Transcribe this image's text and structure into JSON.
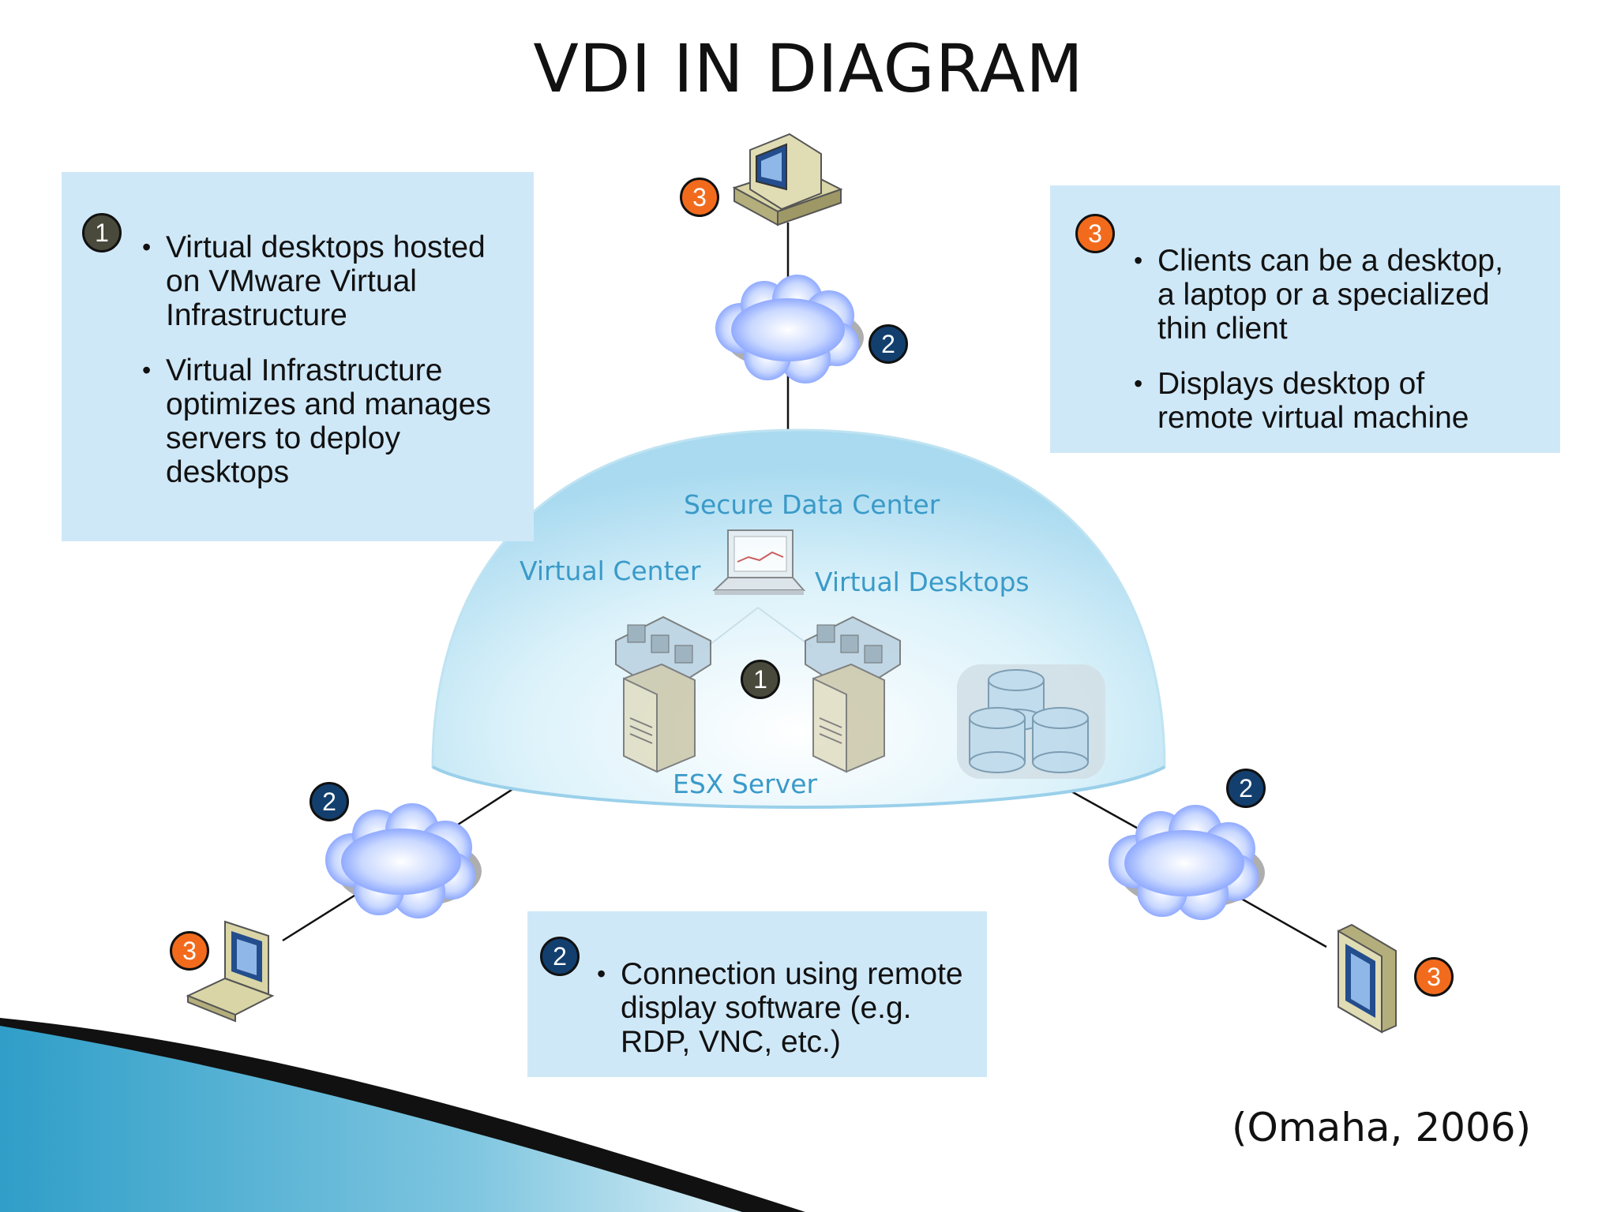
{
  "title": "VDI IN DIAGRAM",
  "boxes": {
    "hosting": {
      "badge": "1",
      "bullets": [
        "Virtual desktops hosted on VMware Virtual Infrastructure",
        "Virtual Infrastructure optimizes and manages servers to deploy desktops"
      ]
    },
    "clients": {
      "badge": "3",
      "bullets": [
        "Clients can be a desktop, a laptop or a specialized thin client",
        "Displays desktop of remote virtual machine"
      ]
    },
    "connection": {
      "badge": "2",
      "bullets": [
        "Connection using remote display software (e.g. RDP, VNC, etc.)"
      ]
    }
  },
  "diagram": {
    "dome_label": "Secure Data Center",
    "virtual_center_label": "Virtual Center",
    "virtual_desktops_label": "Virtual Desktops",
    "esx_server_label": "ESX Server",
    "badges": {
      "top_client": "3",
      "top_network": "2",
      "center_server": "1",
      "left_network": "2",
      "left_client": "3",
      "right_network": "2",
      "right_client": "3"
    }
  },
  "citation": "(Omaha, 2006)",
  "colors": {
    "box_fill": "#cfe8f8",
    "badge_1": "#4a4a3c",
    "badge_2": "#123f6e",
    "badge_3": "#f26b1d",
    "dome_label": "#3a9ac8",
    "accent_band": "#1e86b4"
  }
}
